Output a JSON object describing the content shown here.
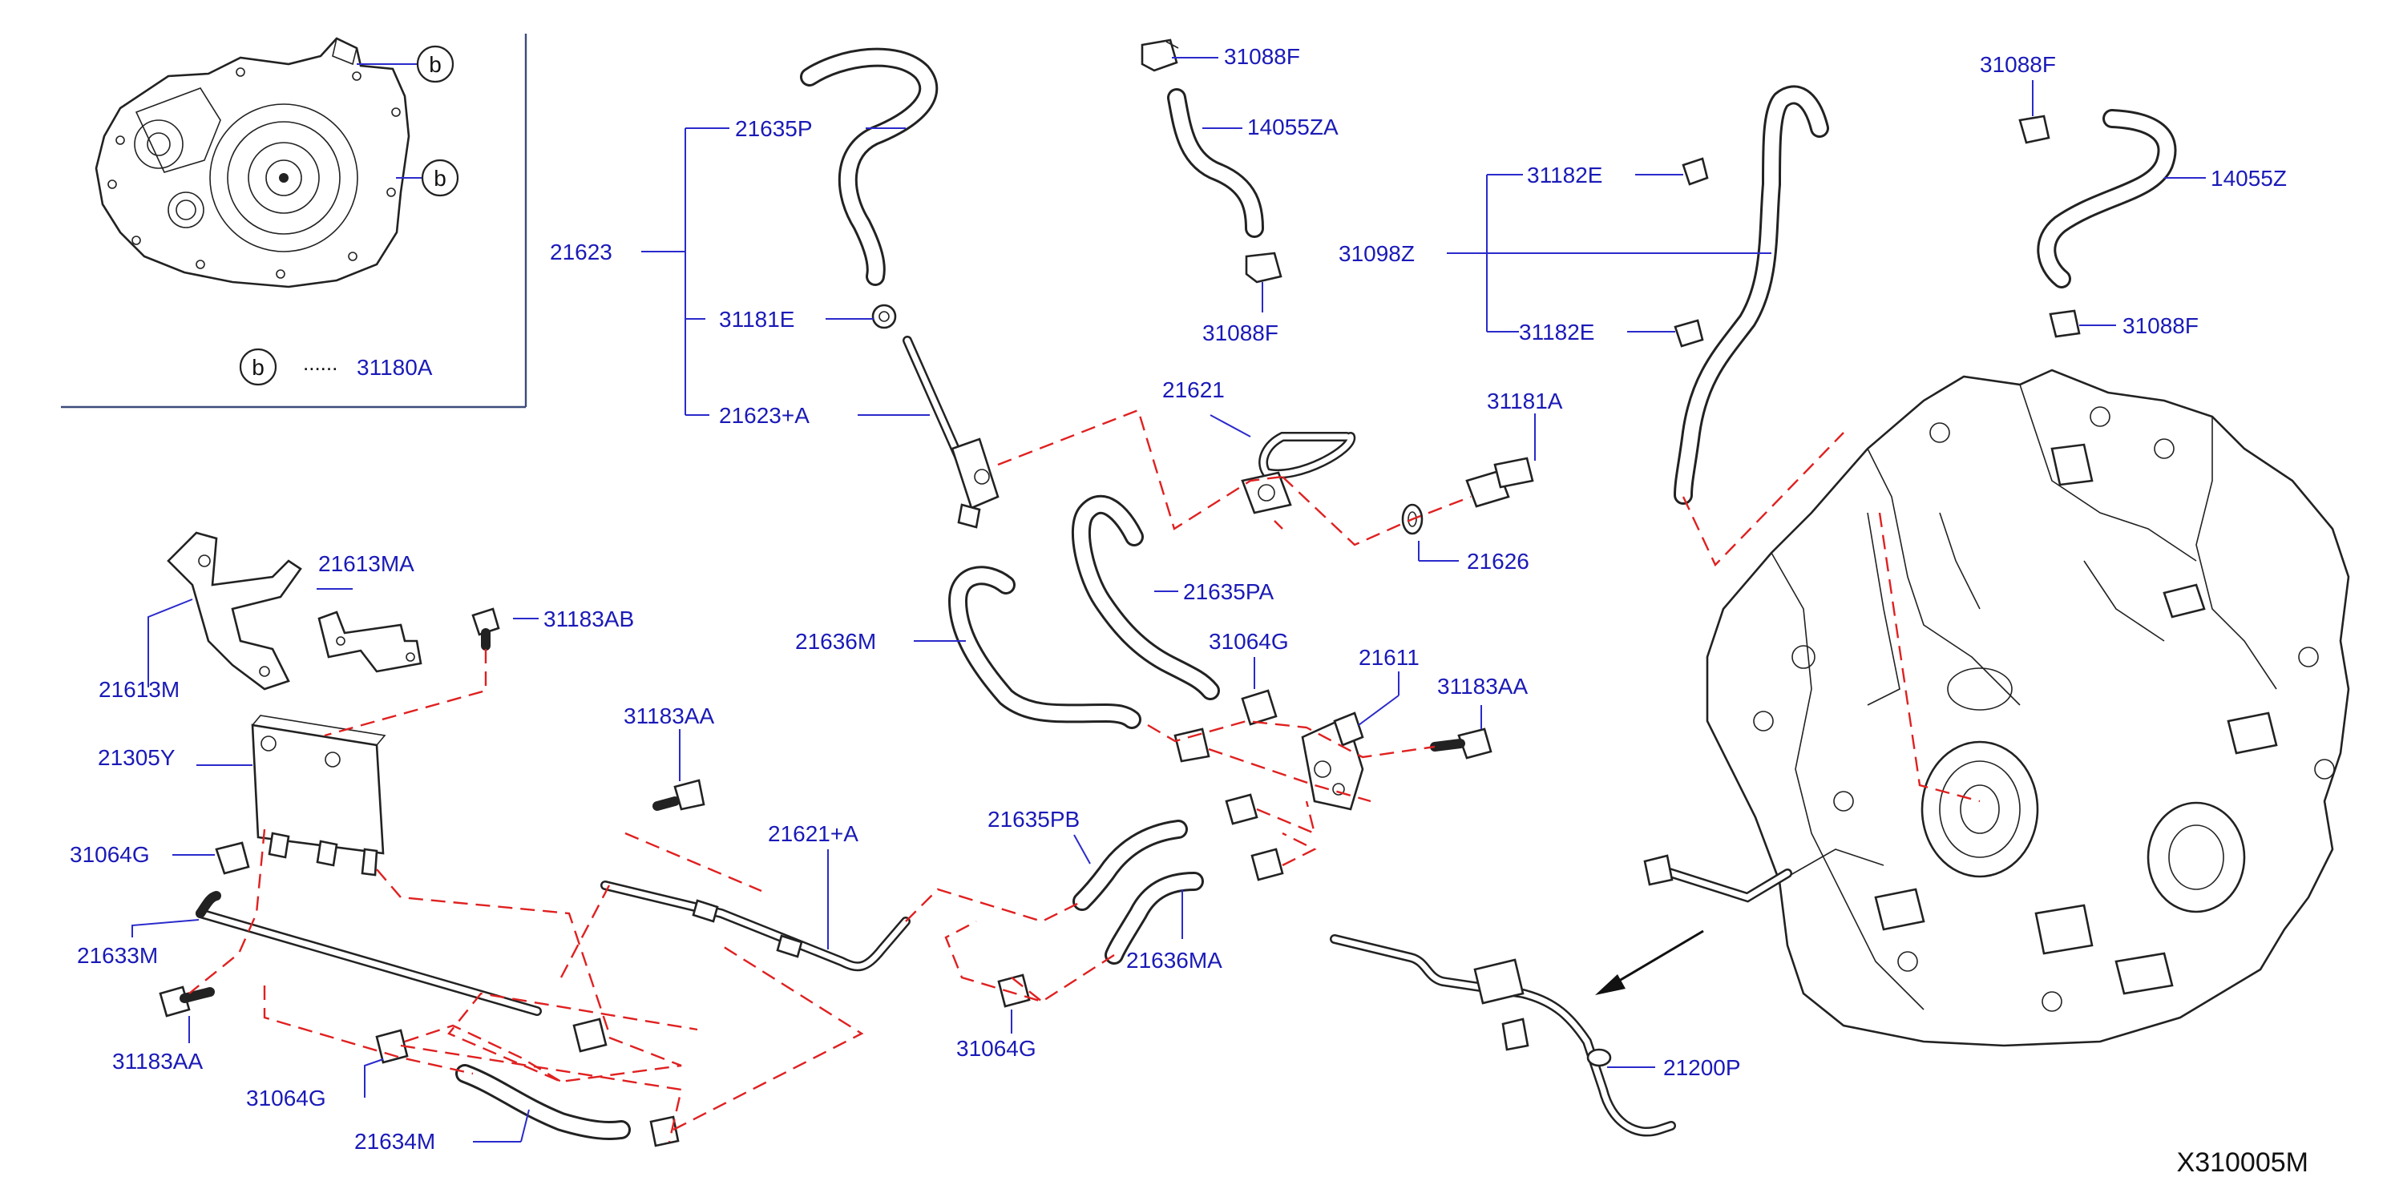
{
  "diagram_code": "X310005M",
  "inset": {
    "callout": "b",
    "dots": "......",
    "part": "31180A"
  },
  "parts": {
    "p21623": "21623",
    "p21635P": "21635P",
    "p31181E": "31181E",
    "p21623A": "21623+A",
    "p31088F_a": "31088F",
    "p14055ZA": "14055ZA",
    "p31088F_b": "31088F",
    "p31088F_c": "31088F",
    "p14055Z": "14055Z",
    "p31088F_d": "31088F",
    "p31182E_a": "31182E",
    "p31098Z": "31098Z",
    "p31182E_b": "31182E",
    "p21621": "21621",
    "p31181A": "31181A",
    "p21626": "21626",
    "p21635PA": "21635PA",
    "p21636M": "21636M",
    "p31064G_a": "31064G",
    "p21611": "21611",
    "p31183AA_a": "31183AA",
    "p21613MA": "21613MA",
    "p31183AB": "31183AB",
    "p21613M": "21613M",
    "p21305Y": "21305Y",
    "p31064G_b": "31064G",
    "p21633M": "21633M",
    "p31183AA_b": "31183AA",
    "p31064G_c": "31064G",
    "p21634M": "21634M",
    "p31183AA_c": "31183AA",
    "p21621A": "21621+A",
    "p21635PB": "21635PB",
    "p21636MA": "21636MA",
    "p31064G_d": "31064G",
    "p21200P": "21200P"
  }
}
